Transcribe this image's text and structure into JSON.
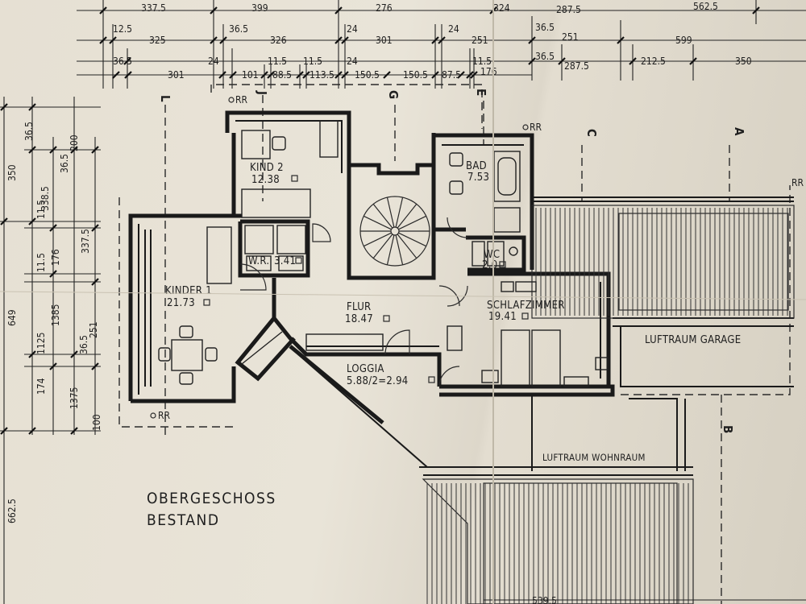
{
  "plan": {
    "title": "OBERGESCHOSS",
    "subtitle": "BESTAND"
  },
  "rooms": {
    "kind2": {
      "name": "KIND 2",
      "area": "12.38"
    },
    "bad": {
      "name": "BAD",
      "area": "7.53"
    },
    "wr": {
      "name": "W.R.",
      "area": "3.41"
    },
    "wc": {
      "name": "WC",
      "area": "2.0"
    },
    "kinder1": {
      "name": "KINDER 1",
      "area": "21.73"
    },
    "flur": {
      "name": "FLUR",
      "area": "18.47"
    },
    "schlafzimmer": {
      "name": "SCHLAFZIMMER",
      "area": "19.41"
    },
    "loggia": {
      "name": "LOGGIA",
      "area": "5.88/2=2.94"
    },
    "luftraum_garage": {
      "name": "LUFTRAUM GARAGE"
    },
    "luftraum_wohnraum": {
      "name": "LUFTRAUM WOHNRAUM"
    }
  },
  "axes": {
    "L": "L",
    "J": "J",
    "G": "G",
    "E": "E",
    "C": "C",
    "A": "A",
    "B": "B"
  },
  "markers": {
    "rr": "RR",
    "orr": "ORR"
  },
  "dims_top": {
    "row1": [
      "337.5",
      "399",
      "276",
      "324",
      "287.5",
      "562.5"
    ],
    "row2": [
      "12.5",
      "325",
      "36.5",
      "326",
      "24",
      "301",
      "24",
      "251",
      "36.5",
      "251",
      "599"
    ],
    "row3": [
      "36.5",
      "301",
      "24",
      "101",
      "11.5",
      "88.5",
      "11.5",
      "113.5",
      "24",
      "150.5",
      "150.5",
      "87.5",
      "11.5",
      "176",
      "36.5",
      "287.5",
      "212.5",
      "350"
    ]
  },
  "dims_left": {
    "col1": [
      "350",
      "649",
      "662.5"
    ],
    "col2": [
      "36.5",
      "11.5",
      "11.5",
      "1125",
      "174"
    ],
    "col3": [
      "338.5",
      "176",
      "1385",
      "36.5",
      "1375",
      "100"
    ],
    "col4": [
      "36.5",
      "337.5",
      "251"
    ],
    "col5": [
      "200"
    ]
  },
  "dims_bottom": {
    "value": "539.5"
  }
}
